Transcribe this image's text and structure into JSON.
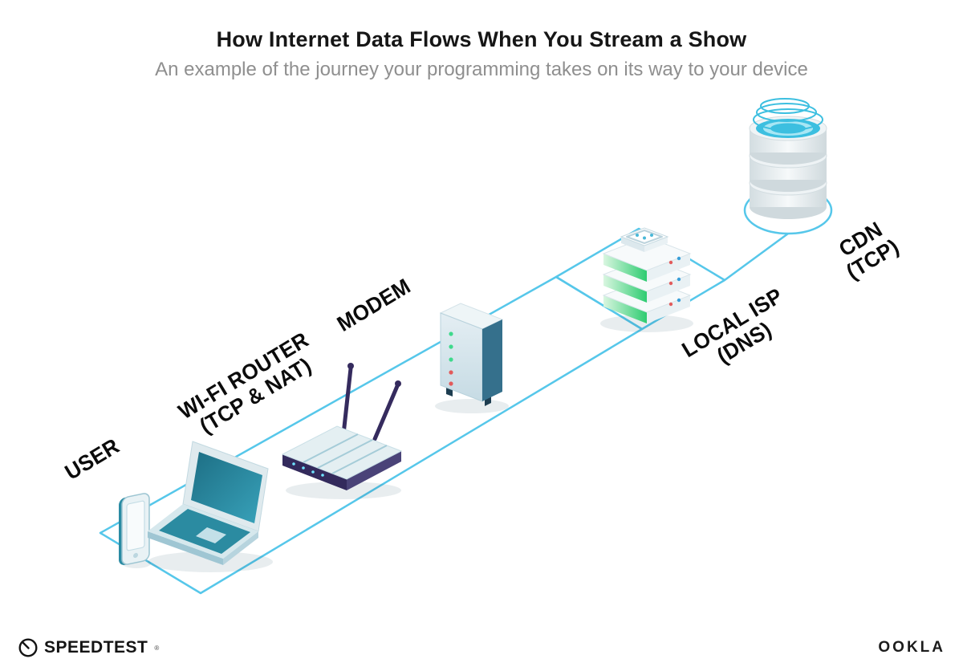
{
  "header": {
    "title": "How Internet Data Flows When You Stream a Show",
    "subtitle": "An example of the journey your programming takes on its way to your device"
  },
  "diagram": {
    "flow_order": [
      "USER",
      "WI-FI ROUTER (TCP & NAT)",
      "MODEM",
      "LOCAL ISP (DNS)",
      "CDN (TCP)"
    ],
    "nodes": [
      {
        "id": "user",
        "label": "USER",
        "sublabel": "",
        "device": "laptop-and-phone"
      },
      {
        "id": "wifi-router",
        "label": "WI-FI ROUTER",
        "sublabel": "(TCP & NAT)",
        "device": "wireless-router"
      },
      {
        "id": "modem",
        "label": "MODEM",
        "sublabel": "",
        "device": "modem-tower"
      },
      {
        "id": "local-isp",
        "label": "LOCAL ISP",
        "sublabel": "(DNS)",
        "device": "server-stack"
      },
      {
        "id": "cdn",
        "label": "CDN",
        "sublabel": "(TCP)",
        "device": "database-cylinders"
      }
    ],
    "colors": {
      "flow_path": "#56c7ea",
      "device_teal": "#2a8ba3",
      "screen_dark_teal": "#1d6e84",
      "router_navy": "#352b5e",
      "server_green": "#2ecc71",
      "led_green": "#3fd98c",
      "led_red": "#e25b5b",
      "dot_blue": "#3a9fd8",
      "cdn_cyan": "#3cbfe0"
    }
  },
  "footer": {
    "speedtest": "SPEEDTEST",
    "trademark": "®",
    "ookla": "OOKLA"
  }
}
